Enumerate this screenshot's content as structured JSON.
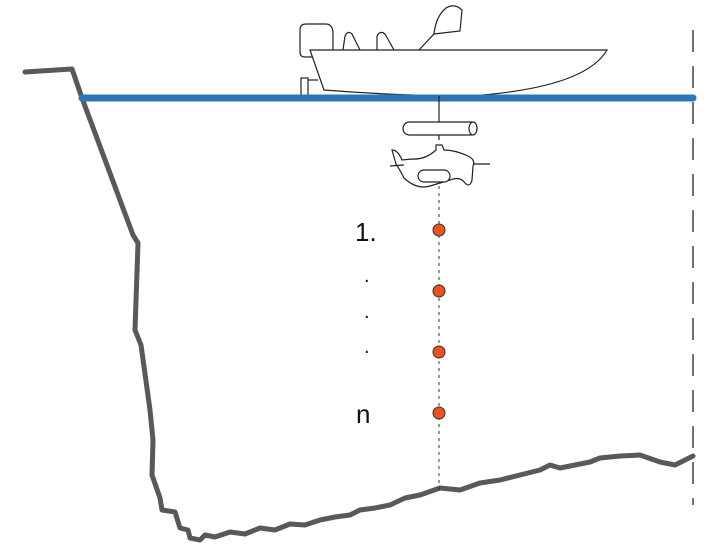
{
  "labels": {
    "first": "1.",
    "dot1": ".",
    "dot2": ".",
    "dot3": ".",
    "last": "n"
  },
  "colors": {
    "water": "#2e75b6",
    "seafloor": "#595959",
    "sensor": "#e8541c",
    "outline": "#222222"
  },
  "sensor_count_shown": 4
}
